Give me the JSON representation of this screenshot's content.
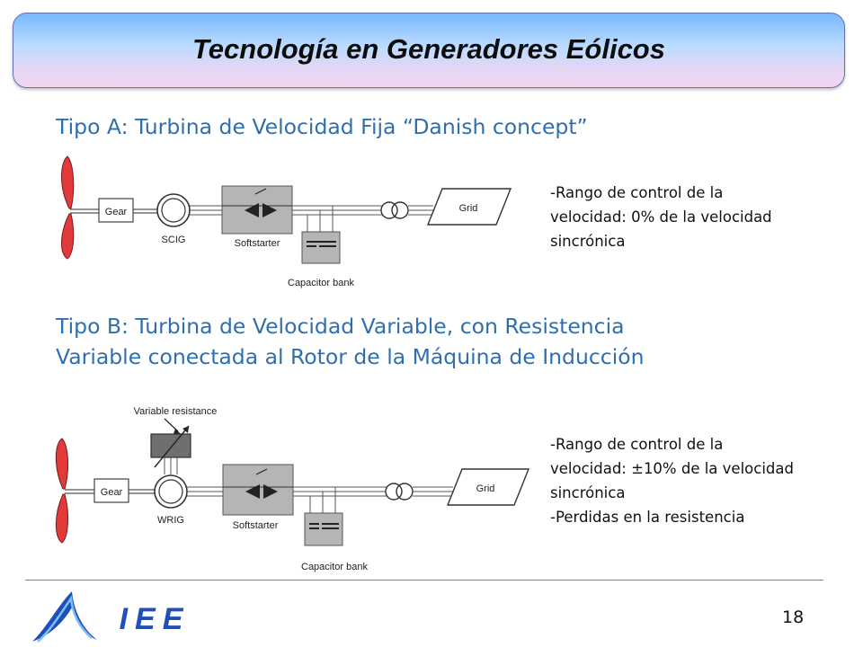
{
  "slide": {
    "title": "Tecnología en Generadores Eólicos",
    "page_number": "18"
  },
  "section_a": {
    "heading": "Tipo A: Turbina de Velocidad Fija “Danish concept”",
    "diagram": {
      "gear": "Gear",
      "generator": "SCIG",
      "softstarter": "Softstarter",
      "capacitor_bank": "Capacitor bank",
      "grid": "Grid"
    },
    "notes": [
      "-Rango de control de la",
      "velocidad: 0% de la velocidad",
      "sincrónica"
    ]
  },
  "section_b": {
    "heading_line1": "Tipo B: Turbina de Velocidad Variable, con Resistencia",
    "heading_line2": "Variable conectada al Rotor de la Máquina de Inducción",
    "diagram": {
      "variable_resistance": "Variable resistance",
      "gear": "Gear",
      "generator": "WRIG",
      "softstarter": "Softstarter",
      "capacitor_bank": "Capacitor bank",
      "grid": "Grid"
    },
    "notes": [
      "-Rango de control de la",
      "velocidad: ±10% de la velocidad",
      "sincrónica",
      "-Perdidas en la resistencia"
    ]
  },
  "logo": {
    "text": "IEE",
    "colors": {
      "primary": "#1f4fb8",
      "accent": "#5aa3e6"
    }
  }
}
